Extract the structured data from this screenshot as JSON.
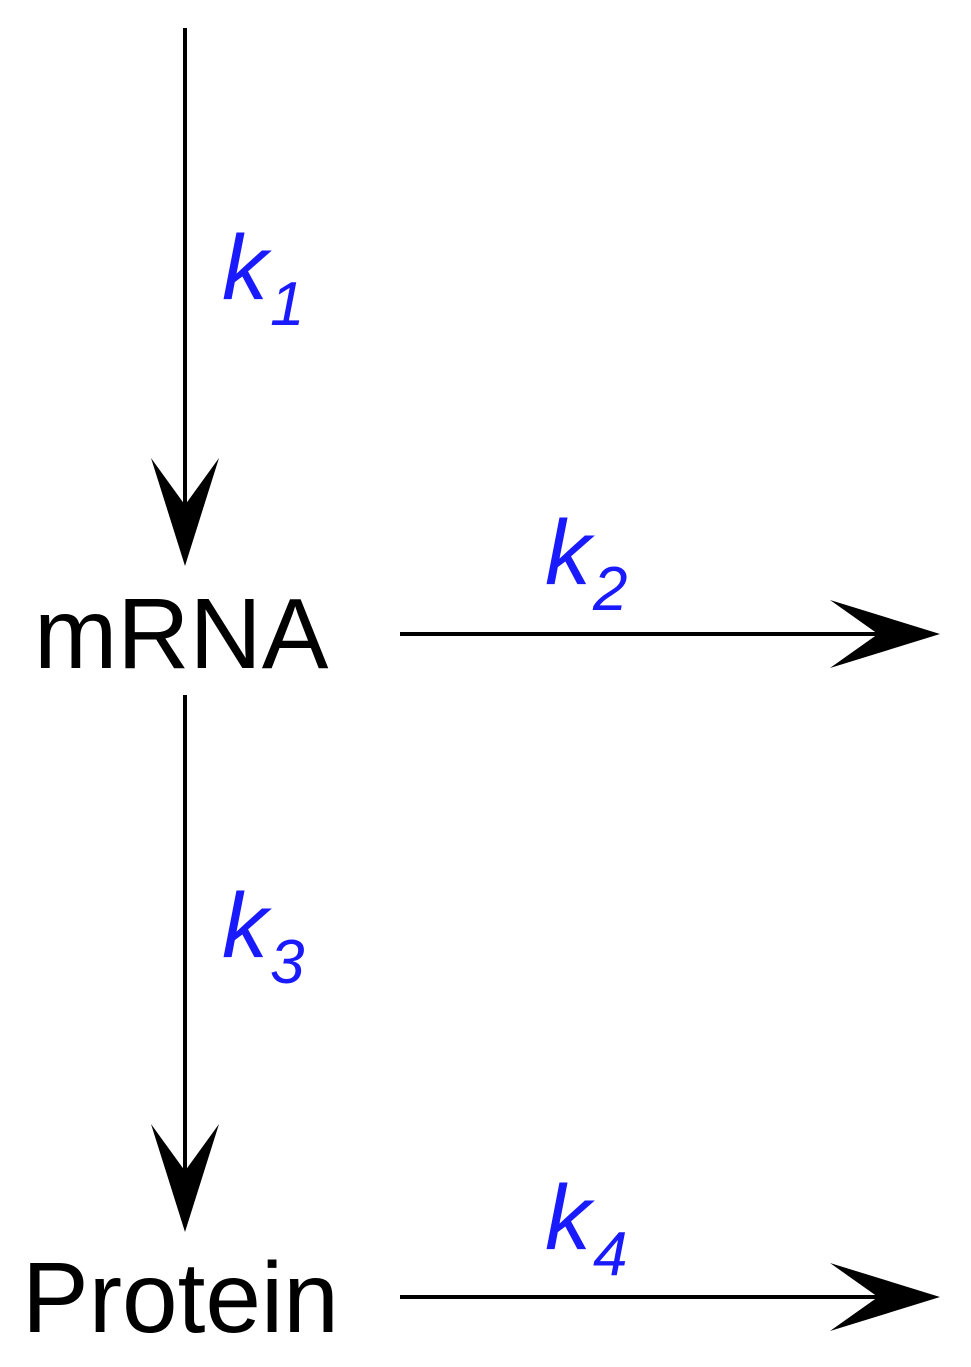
{
  "nodes": {
    "mrna": "mRNA",
    "protein": "Protein"
  },
  "rates": {
    "k1": {
      "symbol": "k",
      "subscript": "1"
    },
    "k2": {
      "symbol": "k",
      "subscript": "2"
    },
    "k3": {
      "symbol": "k",
      "subscript": "3"
    },
    "k4": {
      "symbol": "k",
      "subscript": "4"
    }
  },
  "colors": {
    "rate_label": "#1a1aff",
    "arrow": "#000000",
    "text": "#000000"
  }
}
